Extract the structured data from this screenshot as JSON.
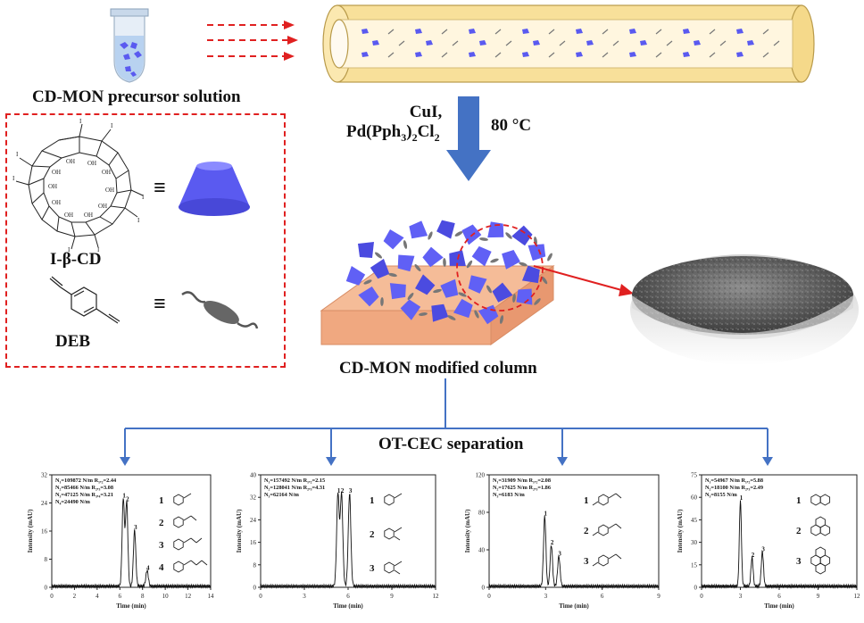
{
  "labels": {
    "precursor": "CD-MON precursor solution",
    "catalyst_line1": "CuI,",
    "catalyst_line2_pre": "Pd(Pph",
    "catalyst_sub1": "3",
    "catalyst_mid": ")",
    "catalyst_sub2": "2",
    "catalyst_end": "Cl",
    "catalyst_sub3": "2",
    "temperature": "80 °C",
    "ibcd": "I-β-CD",
    "equiv": "≡",
    "deb": "DEB",
    "column": "CD-MON modified column",
    "separation": "OT-CEC separation",
    "ylabel": "Intensity (mAU)",
    "xlabel": "Time (min)",
    "iodo": "I",
    "oh": "OH"
  },
  "colors": {
    "arrow_blue": "#4472c4",
    "dash_red": "#e02020",
    "cd_blue": "#5a5af0",
    "tube_yellow": "#f8e09a",
    "slab": "#f3b08a"
  },
  "chart_data": [
    {
      "type": "line",
      "xlabel": "Time (min)",
      "ylabel": "Intensity (mAU)",
      "xlim": [
        0,
        14
      ],
      "ylim": [
        0,
        32
      ],
      "xticks": [
        "0",
        "2",
        "4",
        "6",
        "8",
        "10",
        "12",
        "14"
      ],
      "yticks": [
        "0",
        "8",
        "16",
        "24",
        "32"
      ],
      "annotations": [
        "N₁=109872 N/m R₁,₂=2.44",
        "N₂=85466  N/m R₂,₃=3.08",
        "N₃=47125  N/m R₃,₄=3.21",
        "N₄=24490  N/m"
      ],
      "peaks": [
        {
          "label": "1",
          "x": 6.3,
          "y": 25
        },
        {
          "label": "2",
          "x": 6.6,
          "y": 24
        },
        {
          "label": "3",
          "x": 7.3,
          "y": 16
        },
        {
          "label": "4",
          "x": 8.4,
          "y": 4.5
        }
      ],
      "legend_numbers": [
        "1",
        "2",
        "3",
        "4"
      ]
    },
    {
      "type": "line",
      "xlabel": "Time (min)",
      "ylabel": "Intensity (mAU)",
      "xlim": [
        0,
        12
      ],
      "ylim": [
        0,
        40
      ],
      "xticks": [
        "0",
        "3",
        "6",
        "9",
        "12"
      ],
      "yticks": [
        "0",
        "8",
        "16",
        "24",
        "32",
        "40"
      ],
      "annotations": [
        "N₁=157492 N/m R₁,₂=2.15",
        "N₂=128041 N/m R₂,₃=4.31",
        "N₃=62164  N/m"
      ],
      "peaks": [
        {
          "label": "1",
          "x": 5.3,
          "y": 33
        },
        {
          "label": "2",
          "x": 5.55,
          "y": 33
        },
        {
          "label": "3",
          "x": 6.1,
          "y": 33
        }
      ],
      "legend_numbers": [
        "1",
        "2",
        "3"
      ]
    },
    {
      "type": "line",
      "xlabel": "Time (min)",
      "ylabel": "Intensity (mAU)",
      "xlim": [
        0,
        9
      ],
      "ylim": [
        0,
        120
      ],
      "xticks": [
        "0",
        "3",
        "6",
        "9"
      ],
      "yticks": [
        "0",
        "40",
        "80",
        "120"
      ],
      "annotations": [
        "N₁=31909 N/m R₁,₂=2.08",
        "N₂=17625 N/m R₂,₃=1.86",
        "N₃=6183   N/m"
      ],
      "peaks": [
        {
          "label": "1",
          "x": 2.95,
          "y": 75
        },
        {
          "label": "2",
          "x": 3.3,
          "y": 44
        },
        {
          "label": "3",
          "x": 3.7,
          "y": 32
        }
      ],
      "legend_numbers": [
        "1",
        "2",
        "3"
      ]
    },
    {
      "type": "line",
      "xlabel": "Time (min)",
      "ylabel": "Intensity (mAU)",
      "xlim": [
        0,
        12
      ],
      "ylim": [
        0,
        75
      ],
      "xticks": [
        "0",
        "3",
        "6",
        "9",
        "12"
      ],
      "yticks": [
        "0",
        "15",
        "30",
        "45",
        "60",
        "75"
      ],
      "annotations": [
        "N₁=54967 N/m R₁,₂=5.88",
        "N₂=18100 N/m R₂,₃=2.49",
        "N₃=8155   N/m"
      ],
      "peaks": [
        {
          "label": "1",
          "x": 3.0,
          "y": 57
        },
        {
          "label": "2",
          "x": 3.9,
          "y": 19
        },
        {
          "label": "3",
          "x": 4.7,
          "y": 23
        }
      ],
      "legend_numbers": [
        "1",
        "2",
        "3"
      ]
    }
  ]
}
